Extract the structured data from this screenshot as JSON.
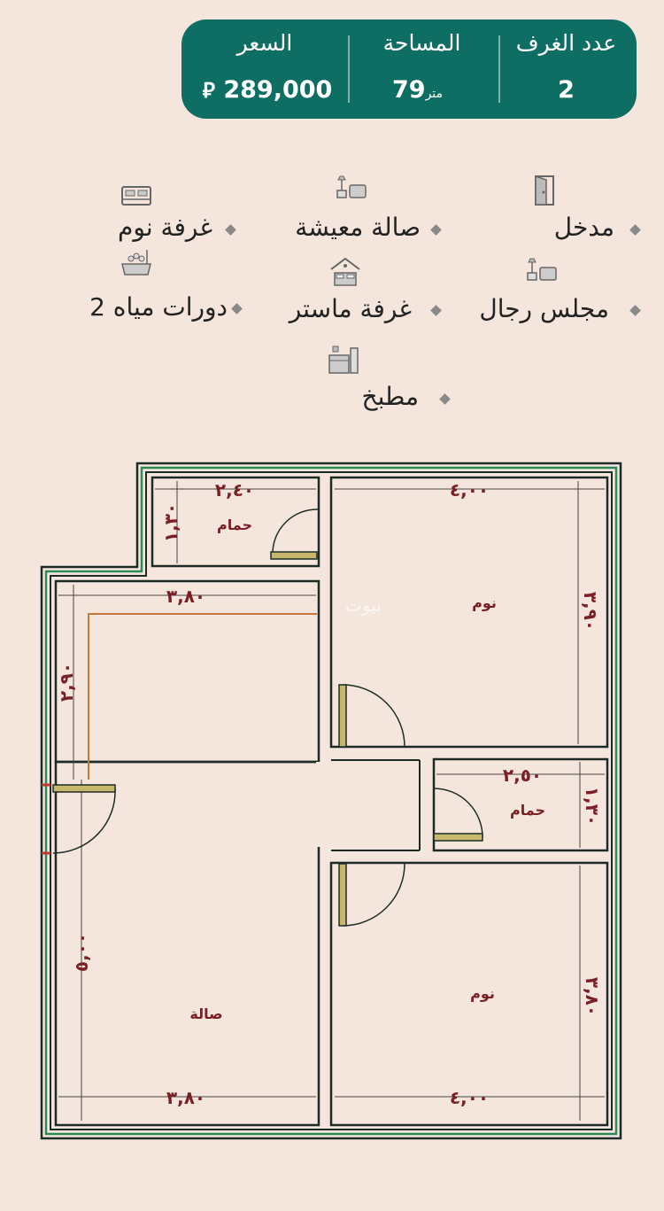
{
  "summary": {
    "rooms_label": "عدد الغرف",
    "rooms_value": "2",
    "area_label": "المساحة",
    "area_value": "79",
    "area_unit": "متر",
    "price_label": "السعر",
    "price_value": "289,000",
    "currency_symbol": "⃁"
  },
  "features": [
    {
      "name": "مدخل",
      "icon": "door-icon"
    },
    {
      "name": "صالة معيشة",
      "icon": "living-room-icon"
    },
    {
      "name": "غرفة نوم",
      "icon": "bed-icon"
    },
    {
      "name": "مجلس رجال",
      "icon": "majlis-icon"
    },
    {
      "name": "غرفة ماستر",
      "icon": "master-bedroom-icon"
    },
    {
      "name": "2 دورات مياه",
      "icon": "bathtub-icon"
    },
    {
      "name": "مطبخ",
      "icon": "kitchen-icon"
    }
  ],
  "floor_plan": {
    "rooms": {
      "bath_top": "حمام",
      "bedroom_top": "نوم",
      "bath_mid": "حمام",
      "bedroom_bottom": "نوم",
      "living": "صالة"
    },
    "dimensions": {
      "bath_top_w": "٢,٤٠",
      "bath_top_h": "١,٣٠",
      "bedroom_top_w": "٤,٠٠",
      "bedroom_top_h": "٣,٩٠",
      "living_top_w": "٣,٨٠",
      "living_top_h": "٢,٩٠",
      "bath_mid_w": "٢,٥٠",
      "bath_mid_h": "١,٣٠",
      "living_h": "٥,٠٠",
      "bedroom_bottom_h": "٣,٨٠",
      "living_bottom_w": "٣,٨٠",
      "bedroom_bottom_w": "٤,٠٠"
    },
    "watermark": "بيوت"
  }
}
